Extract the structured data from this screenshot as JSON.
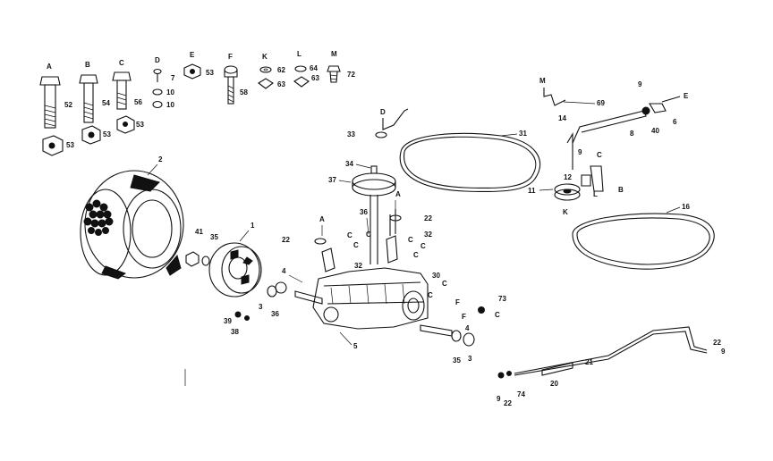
{
  "hardware_letters": [
    "A",
    "B",
    "C",
    "D",
    "E",
    "F",
    "K",
    "L",
    "M"
  ],
  "part_numbers": {
    "n52a": "52",
    "n54": "54",
    "n56": "56",
    "n53a": "53",
    "n53b": "53",
    "n53c": "53",
    "n7": "7",
    "n10a": "10",
    "n10b": "10",
    "n53d": "53",
    "n58": "58",
    "n62": "62",
    "n63a": "63",
    "n64": "64",
    "n63b": "63",
    "n72": "72",
    "n2": "2",
    "n41": "41",
    "n35": "35",
    "n1": "1",
    "n39": "39",
    "n38": "38",
    "n3a": "3",
    "n36a": "36",
    "n33": "33",
    "n31": "31",
    "n34": "34",
    "n37": "37",
    "n36b": "36",
    "n22a": "22",
    "n22b": "22",
    "n32a": "32",
    "n32b": "32",
    "n4a": "4",
    "n30": "30",
    "n73": "73",
    "n5": "5",
    "n4b": "4",
    "n35b": "35",
    "n3b": "3",
    "n69": "69",
    "n9a": "9",
    "n6": "6",
    "n14": "14",
    "n8": "8",
    "n40": "40",
    "n12": "12",
    "n9b": "9",
    "n11": "11",
    "n16": "16",
    "n21": "21",
    "n20": "20",
    "n9c": "9",
    "n22c": "22",
    "n74": "74",
    "n22d": "22",
    "n9d": "9"
  },
  "callout_letters": {
    "cA1": "A",
    "cA2": "A",
    "cC1": "C",
    "cC2": "C",
    "cC3": "C",
    "cC4": "C",
    "cC5": "C",
    "cC6": "C",
    "cC7": "C",
    "cC8": "C",
    "cC9": "C",
    "cC10": "C",
    "cD": "D",
    "cE": "E",
    "cF1": "F",
    "cF2": "F",
    "cK": "K",
    "cL": "L",
    "cB": "B",
    "cM": "M"
  }
}
